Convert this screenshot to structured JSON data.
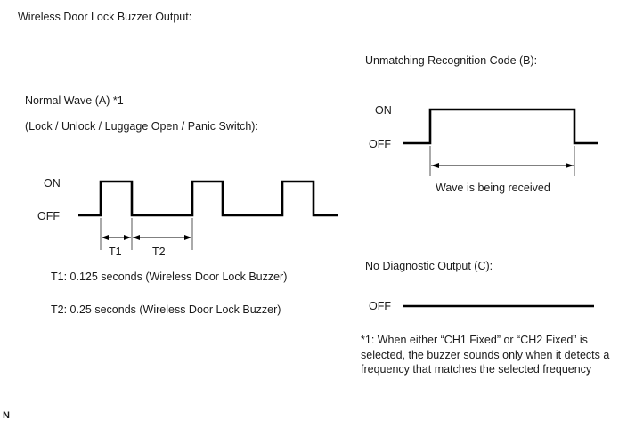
{
  "document": {
    "heading": "Wireless Door Lock Buzzer Output:",
    "corner_mark": "N"
  },
  "panel_a": {
    "title": "Normal Wave (A) *1",
    "subtitle": "(Lock / Unlock / Luggage Open / Panic Switch):",
    "label_on": "ON",
    "label_off": "OFF",
    "dim_t1": "T1",
    "dim_t2": "T2",
    "note_t1": "T1: 0.125 seconds (Wireless Door Lock Buzzer)",
    "note_t2": "T2: 0.25 seconds (Wireless Door Lock Buzzer)"
  },
  "panel_b": {
    "title": "Unmatching Recognition Code (B):",
    "label_on": "ON",
    "label_off": "OFF",
    "caption": "Wave is being received"
  },
  "panel_c": {
    "title": "No Diagnostic Output (C):",
    "label_off": "OFF"
  },
  "footnote": {
    "text": "*1: When either “CH1 Fixed” or “CH2 Fixed” is selected, the buzzer sounds only when it detects a frequency that matches the selected frequency"
  },
  "chart_data": {
    "type": "line",
    "title": "Wireless Door Lock Buzzer Output waveforms",
    "xlabel": "",
    "ylabel": "",
    "series": [
      {
        "name": "Normal Wave (A)",
        "states": [
          "OFF",
          "ON",
          "OFF",
          "ON",
          "OFF",
          "ON",
          "OFF"
        ],
        "pulse_count": 3,
        "t1_seconds": 0.125,
        "t2_seconds": 0.25,
        "annotations": [
          "T1",
          "T2"
        ]
      },
      {
        "name": "Unmatching Recognition Code (B)",
        "states": [
          "OFF",
          "ON",
          "OFF"
        ],
        "pulse_count": 1,
        "annotations": [
          "Wave is being received"
        ]
      },
      {
        "name": "No Diagnostic Output (C)",
        "states": [
          "OFF"
        ],
        "pulse_count": 0,
        "annotations": []
      }
    ],
    "levels": [
      "OFF",
      "ON"
    ],
    "grid": false,
    "legend": "none"
  }
}
